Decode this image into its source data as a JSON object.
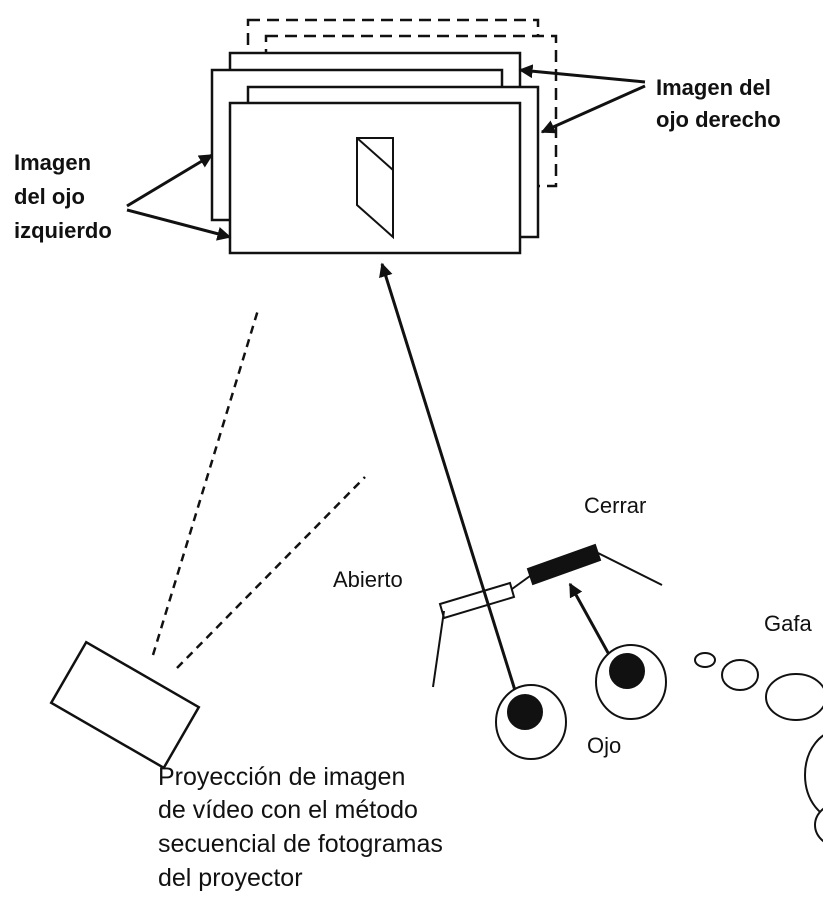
{
  "labels": {
    "right_eye_line1": "Imagen del",
    "right_eye_line2": "ojo derecho",
    "left_eye_line1": "Imagen",
    "left_eye_line2": "del ojo",
    "left_eye_line3": "izquierdo",
    "close": "Cerrar",
    "open": "Abierto",
    "glasses": "Gafa",
    "eye": "Ojo",
    "projector_line1": "Proyección de imagen",
    "projector_line2": "de vídeo con el método",
    "projector_line3": "secuencial de fotogramas",
    "projector_line4": "del proyector"
  },
  "colors": {
    "stroke": "#111111",
    "background": "#ffffff"
  }
}
